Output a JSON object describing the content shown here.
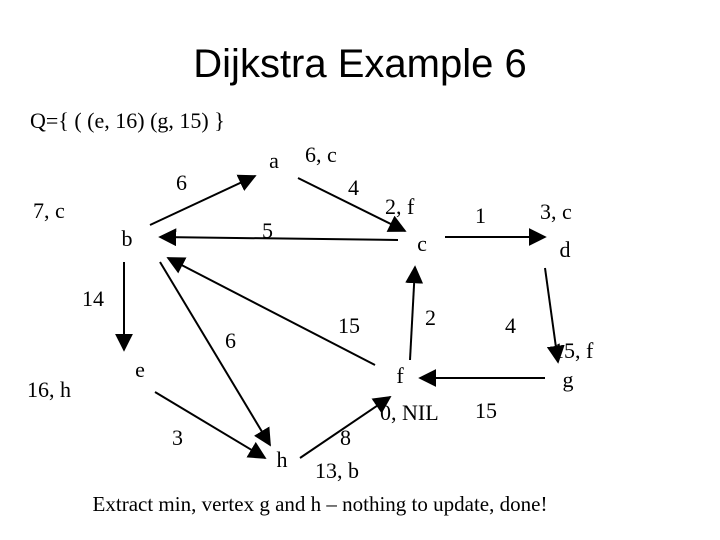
{
  "slide": {
    "title": "Dijkstra Example 6",
    "queue": "Q={ ( (e, 16) (g, 15) }",
    "footer": "Extract min, vertex g and h – nothing to update, done!"
  },
  "graph": {
    "nodes": [
      {
        "id": "a",
        "label": "a",
        "dist_label": "6, c"
      },
      {
        "id": "b",
        "label": "b",
        "dist_label": "7, c"
      },
      {
        "id": "c",
        "label": "c",
        "dist_label": "2, f"
      },
      {
        "id": "d",
        "label": "d",
        "dist_label": "3, c"
      },
      {
        "id": "e",
        "label": "e",
        "dist_label": "16, h"
      },
      {
        "id": "f",
        "label": "f",
        "dist_label": "0, NIL"
      },
      {
        "id": "g",
        "label": "g",
        "dist_label": "15, f"
      },
      {
        "id": "h",
        "label": "h",
        "dist_label": "13, b"
      }
    ],
    "edges": [
      {
        "from": "b",
        "to": "a",
        "weight": "6"
      },
      {
        "from": "a",
        "to": "c",
        "weight": "4"
      },
      {
        "from": "c",
        "to": "b",
        "weight": "5"
      },
      {
        "from": "c",
        "to": "d",
        "weight": "1"
      },
      {
        "from": "f",
        "to": "c",
        "weight": "2"
      },
      {
        "from": "d",
        "to": "g",
        "weight": "4"
      },
      {
        "from": "f",
        "to": "b",
        "weight": "15"
      },
      {
        "from": "b",
        "to": "e",
        "weight": "14"
      },
      {
        "from": "b",
        "to": "h",
        "weight": "6"
      },
      {
        "from": "e",
        "to": "h",
        "weight": "3"
      },
      {
        "from": "h",
        "to": "f",
        "weight": "8"
      },
      {
        "from": "g",
        "to": "f",
        "weight": "15"
      }
    ]
  }
}
